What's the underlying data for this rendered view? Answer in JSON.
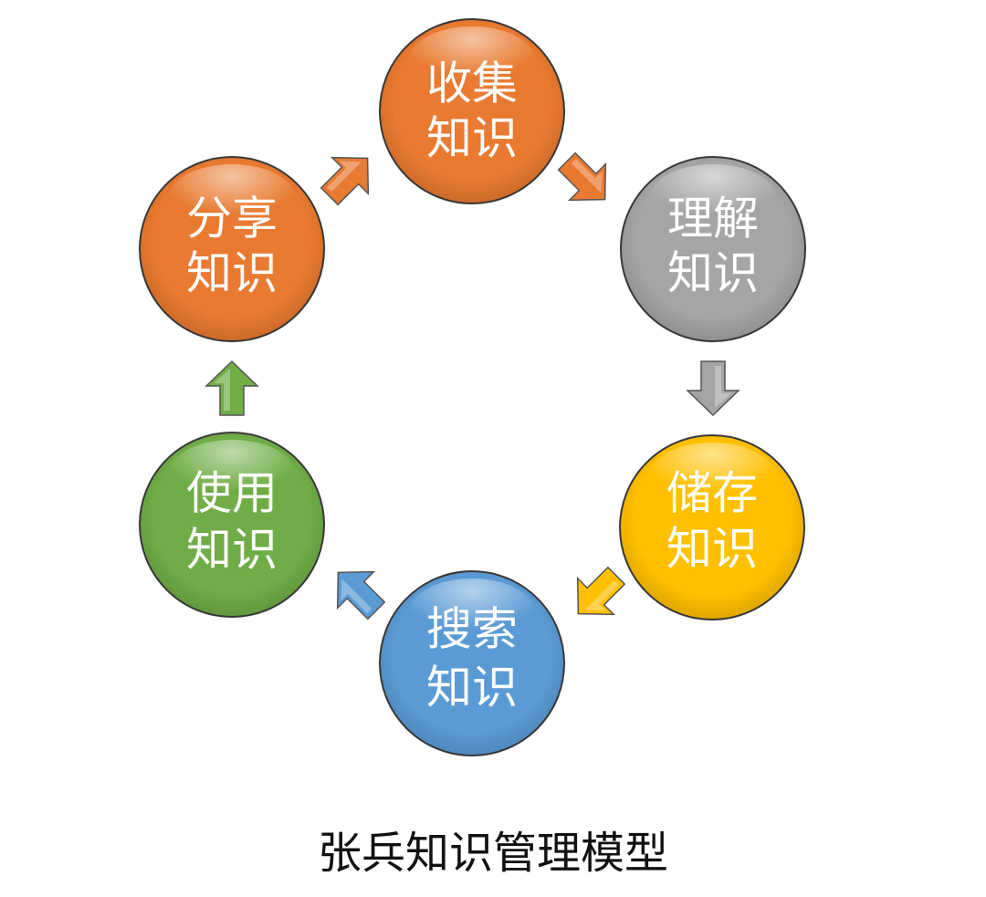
{
  "diagram": {
    "nodes": [
      {
        "id": "collect",
        "line1": "收集",
        "line2": "知识",
        "color": "#E97A31"
      },
      {
        "id": "understand",
        "line1": "理解",
        "line2": "知识",
        "color": "#A5A5A5"
      },
      {
        "id": "store",
        "line1": "储存",
        "line2": "知识",
        "color": "#FFC000"
      },
      {
        "id": "search",
        "line1": "搜索",
        "line2": "知识",
        "color": "#5B9BD5"
      },
      {
        "id": "use",
        "line1": "使用",
        "line2": "知识",
        "color": "#70AD47"
      },
      {
        "id": "share",
        "line1": "分享",
        "line2": "知识",
        "color": "#E97A31"
      }
    ],
    "arrows": [
      {
        "from": "collect",
        "to": "understand",
        "color": "#E97A31"
      },
      {
        "from": "understand",
        "to": "store",
        "color": "#A5A5A5"
      },
      {
        "from": "store",
        "to": "search",
        "color": "#FFC000"
      },
      {
        "from": "search",
        "to": "use",
        "color": "#5B9BD5"
      },
      {
        "from": "use",
        "to": "share",
        "color": "#70AD47"
      },
      {
        "from": "share",
        "to": "collect",
        "color": "#E97A31"
      }
    ],
    "caption": "张兵知识管理模型"
  }
}
